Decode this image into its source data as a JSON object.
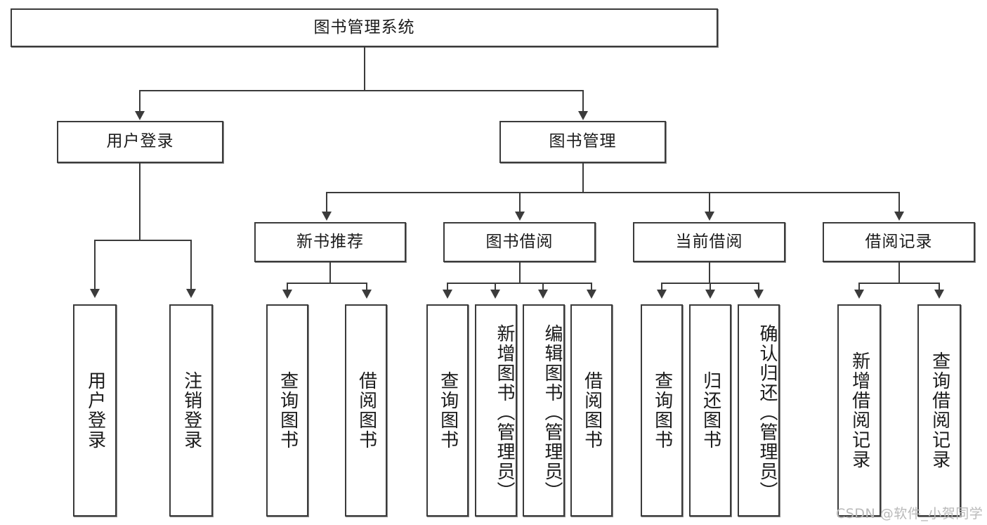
{
  "diagram": {
    "title": "图书管理系统",
    "type": "hierarchy-tree",
    "root": {
      "label": "图书管理系统"
    },
    "level2": [
      {
        "label": "用户登录"
      },
      {
        "label": "图书管理"
      }
    ],
    "level3": [
      {
        "label": "新书推荐"
      },
      {
        "label": "图书借阅"
      },
      {
        "label": "当前借阅"
      },
      {
        "label": "借阅记录"
      }
    ],
    "leaves_user_login": [
      {
        "label": "用户登录"
      },
      {
        "label": "注销登录"
      }
    ],
    "leaves_new_book": [
      {
        "label": "查询图书"
      },
      {
        "label": "借阅图书"
      }
    ],
    "leaves_book_borrow": [
      {
        "label": "查询图书"
      },
      {
        "label": "新增图书（管理员）"
      },
      {
        "label": "编辑图书（管理员）"
      },
      {
        "label": "借阅图书"
      }
    ],
    "leaves_current_borrow": [
      {
        "label": "查询图书"
      },
      {
        "label": "归还图书"
      },
      {
        "label": "确认归还（管理员）"
      }
    ],
    "leaves_borrow_record": [
      {
        "label": "新增借阅记录"
      },
      {
        "label": "查询借阅记录"
      }
    ]
  },
  "watermark": {
    "text": "CSDN @软件_小贺同学"
  },
  "colors": {
    "stroke": "#3b3b3b",
    "background": "#ffffff",
    "text": "#1b1b1b",
    "watermark": "#b9b9b9"
  }
}
